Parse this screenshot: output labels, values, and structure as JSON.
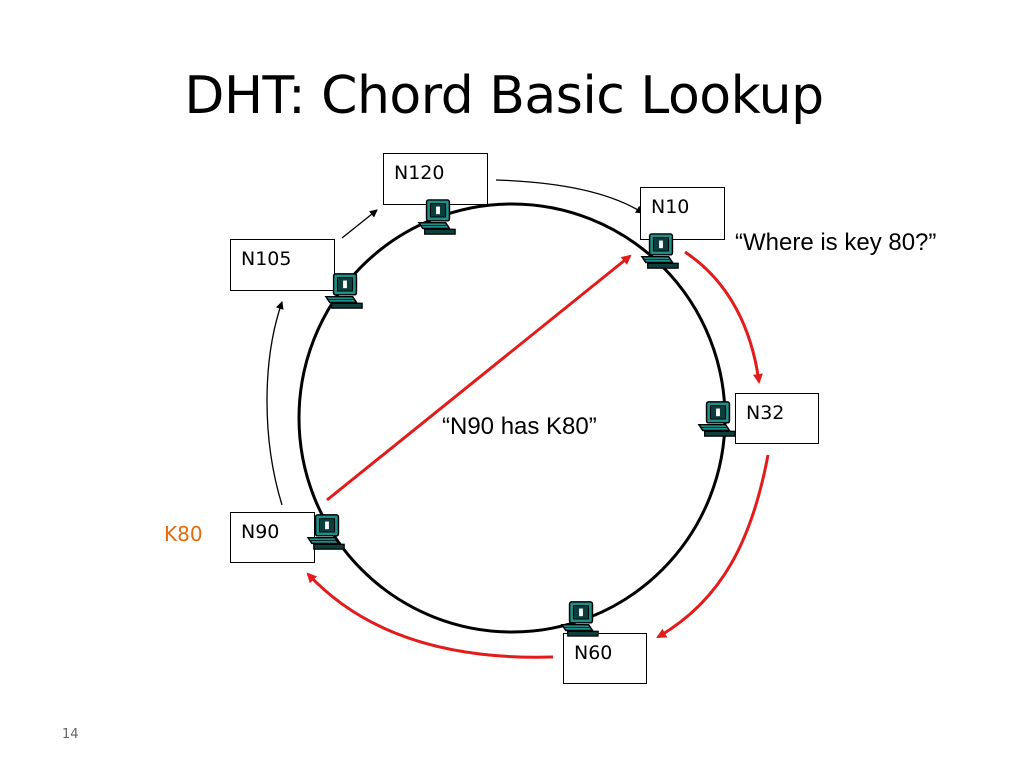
{
  "slide": {
    "title": "DHT: Chord Basic Lookup",
    "page_number": "14"
  },
  "nodes": {
    "n120": "N120",
    "n10": "N10",
    "n105": "N105",
    "n32": "N32",
    "n90": "N90",
    "n60": "N60"
  },
  "callouts": {
    "query": "“Where is key 80?”",
    "answer": "“N90 has K80”"
  },
  "key": "K80",
  "colors": {
    "ring": "#000000",
    "lookup_arrow": "#e31b1b",
    "key_label": "#e36c0a",
    "computer_teal": "#1f8f8a"
  },
  "icons": {
    "node_icon": "computer-icon"
  }
}
